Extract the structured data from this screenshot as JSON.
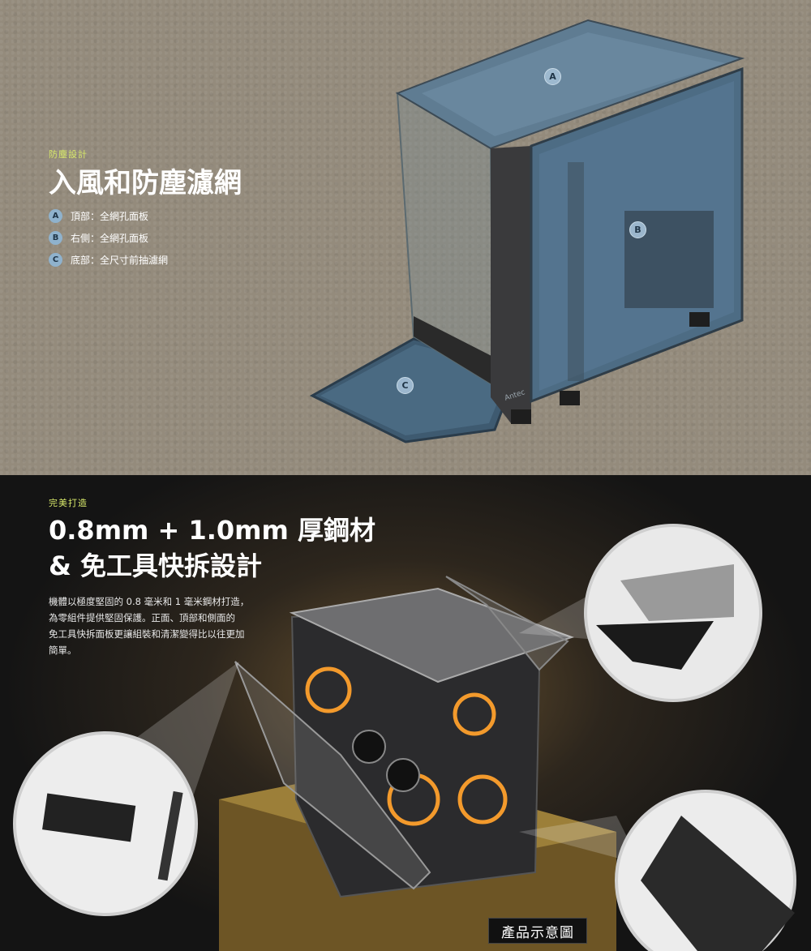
{
  "section1": {
    "eyebrow": "防塵設計",
    "title": "入風和防塵濾網",
    "features": [
      {
        "badge": "A",
        "label": "頂部：全網孔面板"
      },
      {
        "badge": "B",
        "label": "右側：全網孔面板"
      },
      {
        "badge": "C",
        "label": "底部：全尺寸前抽濾網"
      }
    ],
    "callouts": [
      "A",
      "B",
      "C"
    ],
    "brand_mark": "Antec",
    "accent_color": "#d7e86a",
    "badge_color": "#8fb2cd"
  },
  "section2": {
    "eyebrow": "完美打造",
    "title_line1": "0.8mm + 1.0mm 厚鋼材",
    "title_line2": "& 免工具快拆設計",
    "paragraph_lines": [
      "機體以極度堅固的 0.8 毫米和 1 毫米鋼材打造，",
      "為零組件提供堅固保護。正面、頂部和側面的",
      "免工具快拆面板更讓組裝和清潔變得比以往更加",
      "簡單。"
    ],
    "caption": "產品示意圖",
    "glow_color": "#f39a2c"
  }
}
